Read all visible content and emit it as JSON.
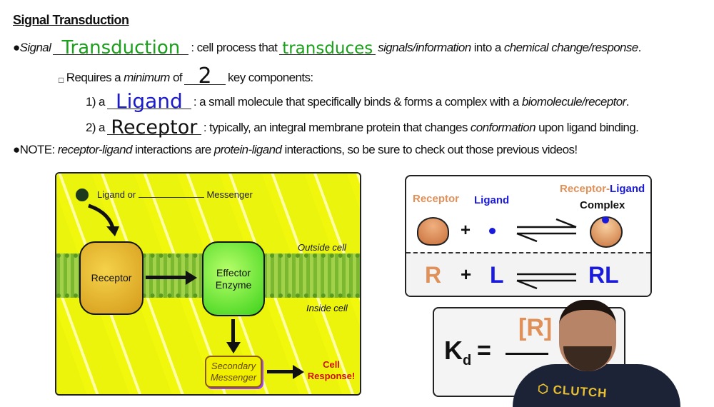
{
  "title": "Signal Transduction",
  "line1": {
    "bullet": "●",
    "a": "Signal",
    "blank1": "Transduction",
    "b": ": cell process that",
    "blank2": "transduces",
    "c": "signals/information",
    "d": "into a",
    "e": "chemical change/response",
    "f": "."
  },
  "line2": {
    "bullet": "□",
    "a": "Requires a",
    "b": "minimum",
    "c": "of",
    "blank": "2",
    "d": "key components:"
  },
  "line3": {
    "a": "1) a",
    "blank": "Ligand",
    "b": ": a small molecule that specifically binds & forms a complex with a",
    "c": "biomolecule/receptor",
    "d": "."
  },
  "line4": {
    "a": "2) a",
    "blank": "Receptor",
    "b": ": typically, an integral membrane protein that changes",
    "c": "conformation",
    "d": "upon ligand binding."
  },
  "line5": {
    "bullet": "●",
    "a": "NOTE:",
    "b": "receptor-ligand",
    "c": "interactions are",
    "d": "protein-ligand",
    "e": "interactions, so be sure to check out those previous videos!"
  },
  "diagram": {
    "ligand_label_a": "Ligand or",
    "ligand_label_b": "Messenger",
    "receptor": "Receptor",
    "effector": "Effector Enzyme",
    "outside": "Outside cell",
    "inside": "Inside cell",
    "secondary": "Secondary Messenger",
    "response": "Cell Response!"
  },
  "equilibrium": {
    "receptor": "Receptor",
    "ligand": "Ligand",
    "complex_a": "Receptor",
    "complex_dash": "-",
    "complex_b": "Ligand",
    "complex_c": "Complex",
    "plus": "+",
    "R": "R",
    "L": "L",
    "RL": "RL"
  },
  "kd": {
    "K": "K",
    "sub": "d",
    "eq": "=",
    "num": "[R]"
  },
  "shirt_logo": "CLUTCH",
  "colors": {
    "handwriting_green": "#1aa01a",
    "handwriting_blue": "#1a1acc",
    "receptor_orange": "#e0915a",
    "ligand_blue": "#1a1add",
    "highlight": "#ecf400",
    "response_red": "#d01010"
  }
}
